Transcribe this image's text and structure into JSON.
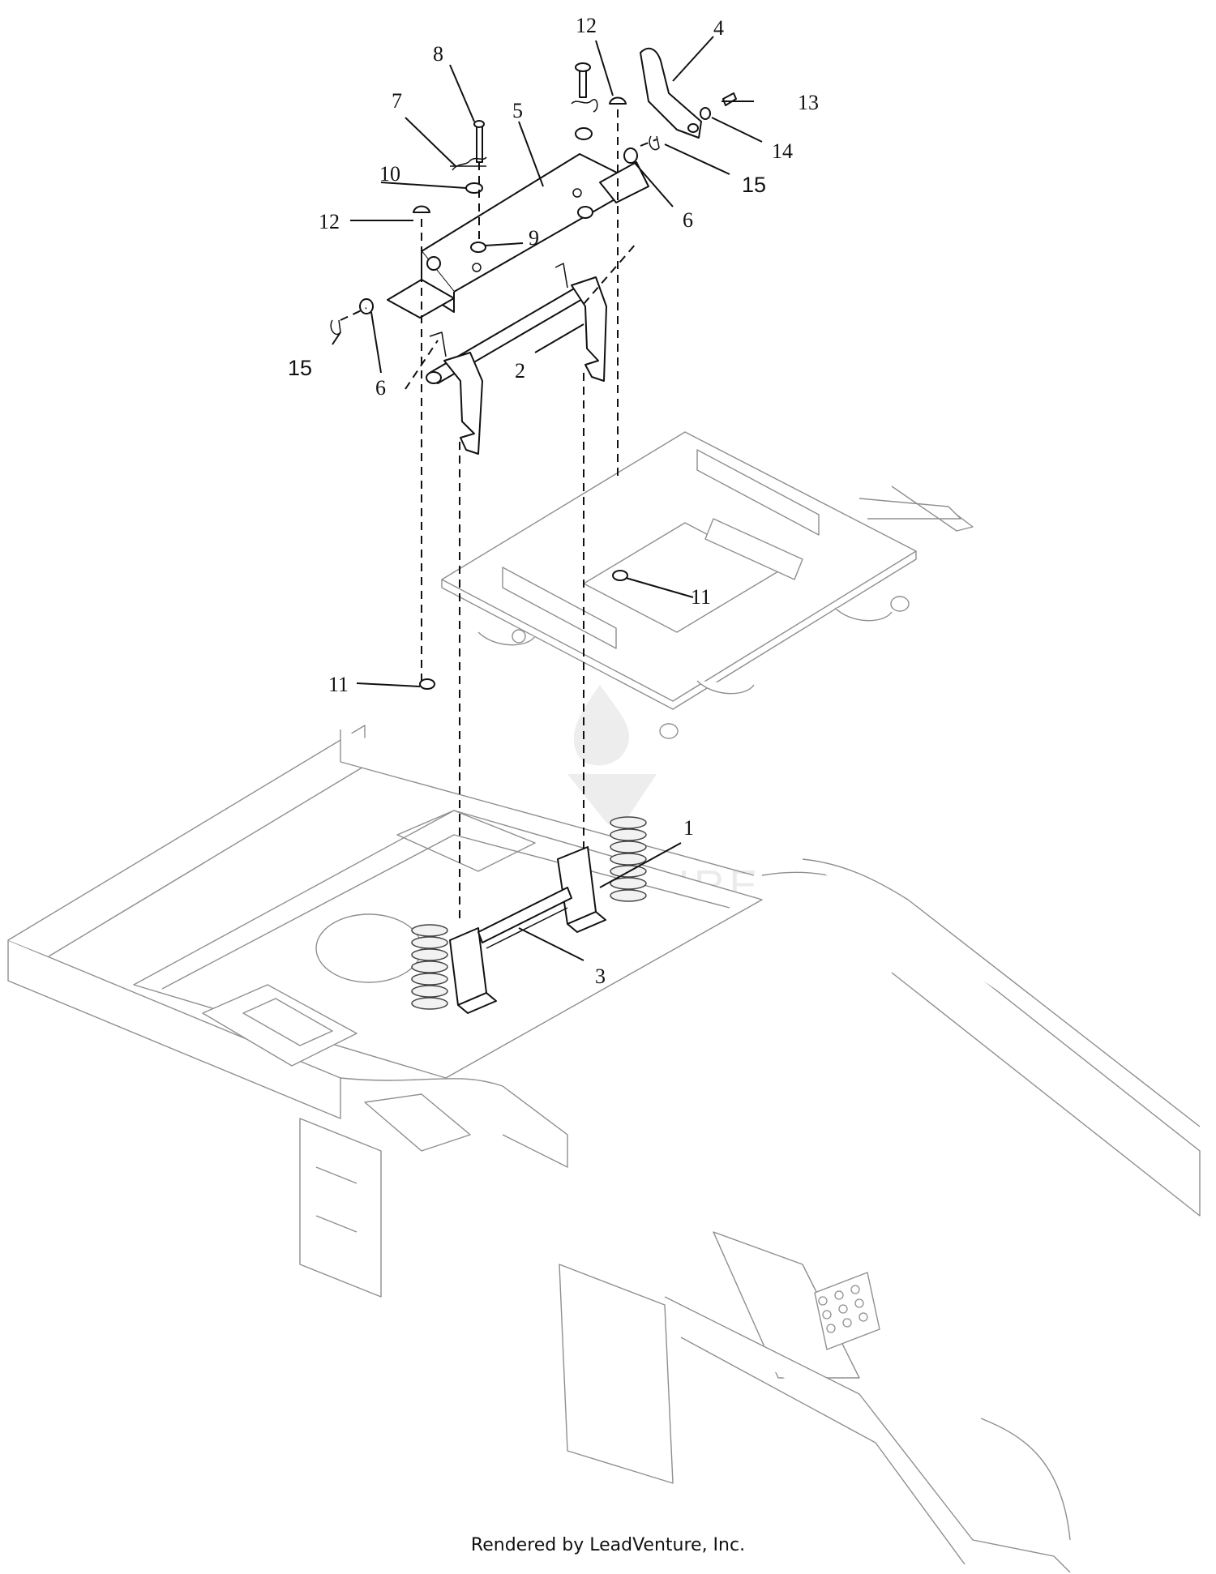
{
  "callouts": {
    "c1": "1",
    "c2": "2",
    "c3": "3",
    "c4": "4",
    "c5": "5",
    "c6a": "6",
    "c6b": "6",
    "c7": "7",
    "c8": "8",
    "c9": "9",
    "c10": "10",
    "c11a": "11",
    "c11b": "11",
    "c12a": "12",
    "c12b": "12",
    "c13": "13",
    "c14": "14",
    "c15a": "15",
    "c15b": "15"
  },
  "watermark": "LEADVENTURE",
  "footer": "Rendered by LeadVenture, Inc."
}
